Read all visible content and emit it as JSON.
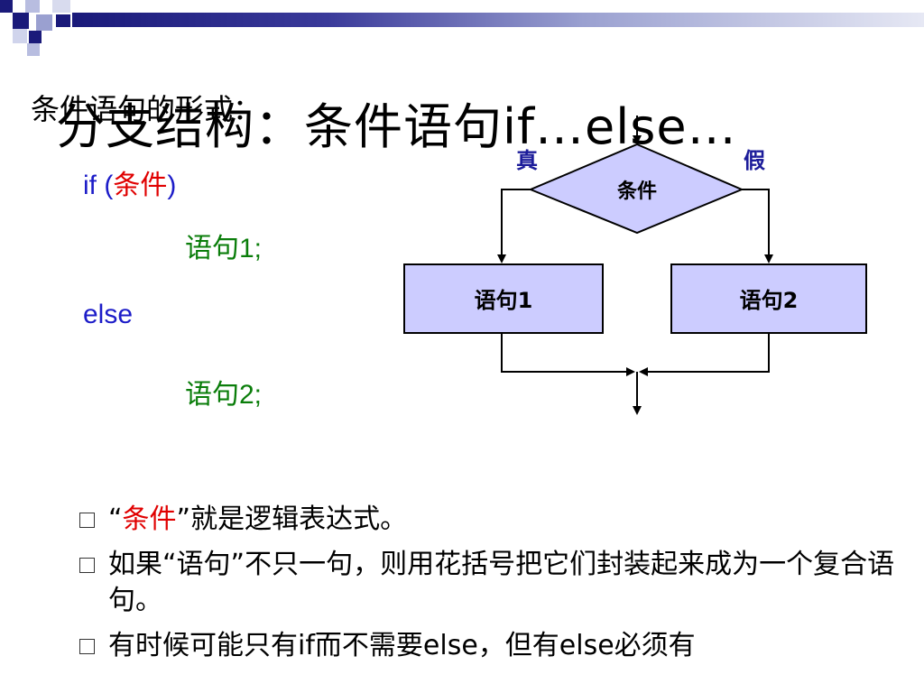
{
  "slide": {
    "title_overlay": "条件语句的形式：",
    "title": "分支结构：条件语句if…else…"
  },
  "code": {
    "if_keyword": "if (",
    "condition": "条件",
    "if_close": ")",
    "stmt1": "语句1;",
    "else_keyword": "else",
    "stmt2": "语句2;"
  },
  "flowchart": {
    "true_label": "真",
    "false_label": "假",
    "condition_label": "条件",
    "box1_label": "语句1",
    "box2_label": "语句2",
    "fill_color": "#ccccff"
  },
  "bullets": [
    {
      "open_quote": "“",
      "highlight": "条件",
      "rest": "”就是逻辑表达式。"
    },
    {
      "text": "如果“语句”不只一句，则用花括号把它们封装起来成为一个复合语句。"
    },
    {
      "text": "有时候可能只有if而不需要else，但有else必须有"
    }
  ]
}
